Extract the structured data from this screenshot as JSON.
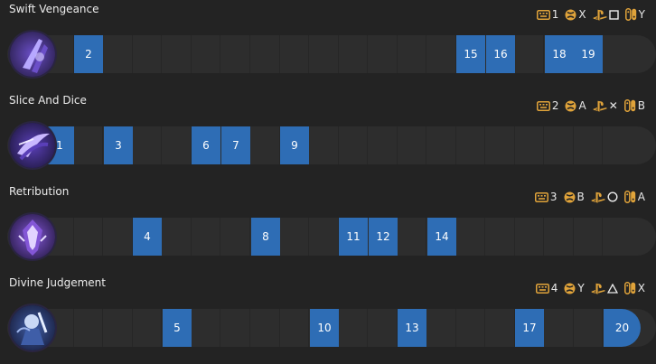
{
  "colors": {
    "background": "#232323",
    "bar": "#2d2d2d",
    "active": "#2e6db5",
    "accent_icon": "#e0a33a"
  },
  "skills": [
    {
      "name": "Swift Vengeance",
      "icon": "swift-vengeance-skill-icon",
      "keys": {
        "keyboard": "1",
        "xbox": "X",
        "playstation": "□",
        "switch": "Y"
      },
      "active_levels": [
        "2",
        "15",
        "16",
        "18",
        "19"
      ]
    },
    {
      "name": "Slice And Dice",
      "icon": "slice-and-dice-skill-icon",
      "keys": {
        "keyboard": "2",
        "xbox": "A",
        "playstation": "✕",
        "switch": "B"
      },
      "active_levels": [
        "1",
        "3",
        "6",
        "7",
        "9"
      ]
    },
    {
      "name": "Retribution",
      "icon": "retribution-skill-icon",
      "keys": {
        "keyboard": "3",
        "xbox": "B",
        "playstation": "○",
        "switch": "A"
      },
      "active_levels": [
        "4",
        "8",
        "11",
        "12",
        "14"
      ]
    },
    {
      "name": "Divine Judgement",
      "icon": "divine-judgement-skill-icon",
      "keys": {
        "keyboard": "4",
        "xbox": "Y",
        "playstation": "△",
        "switch": "X"
      },
      "active_levels": [
        "5",
        "10",
        "13",
        "17",
        "20"
      ]
    }
  ]
}
